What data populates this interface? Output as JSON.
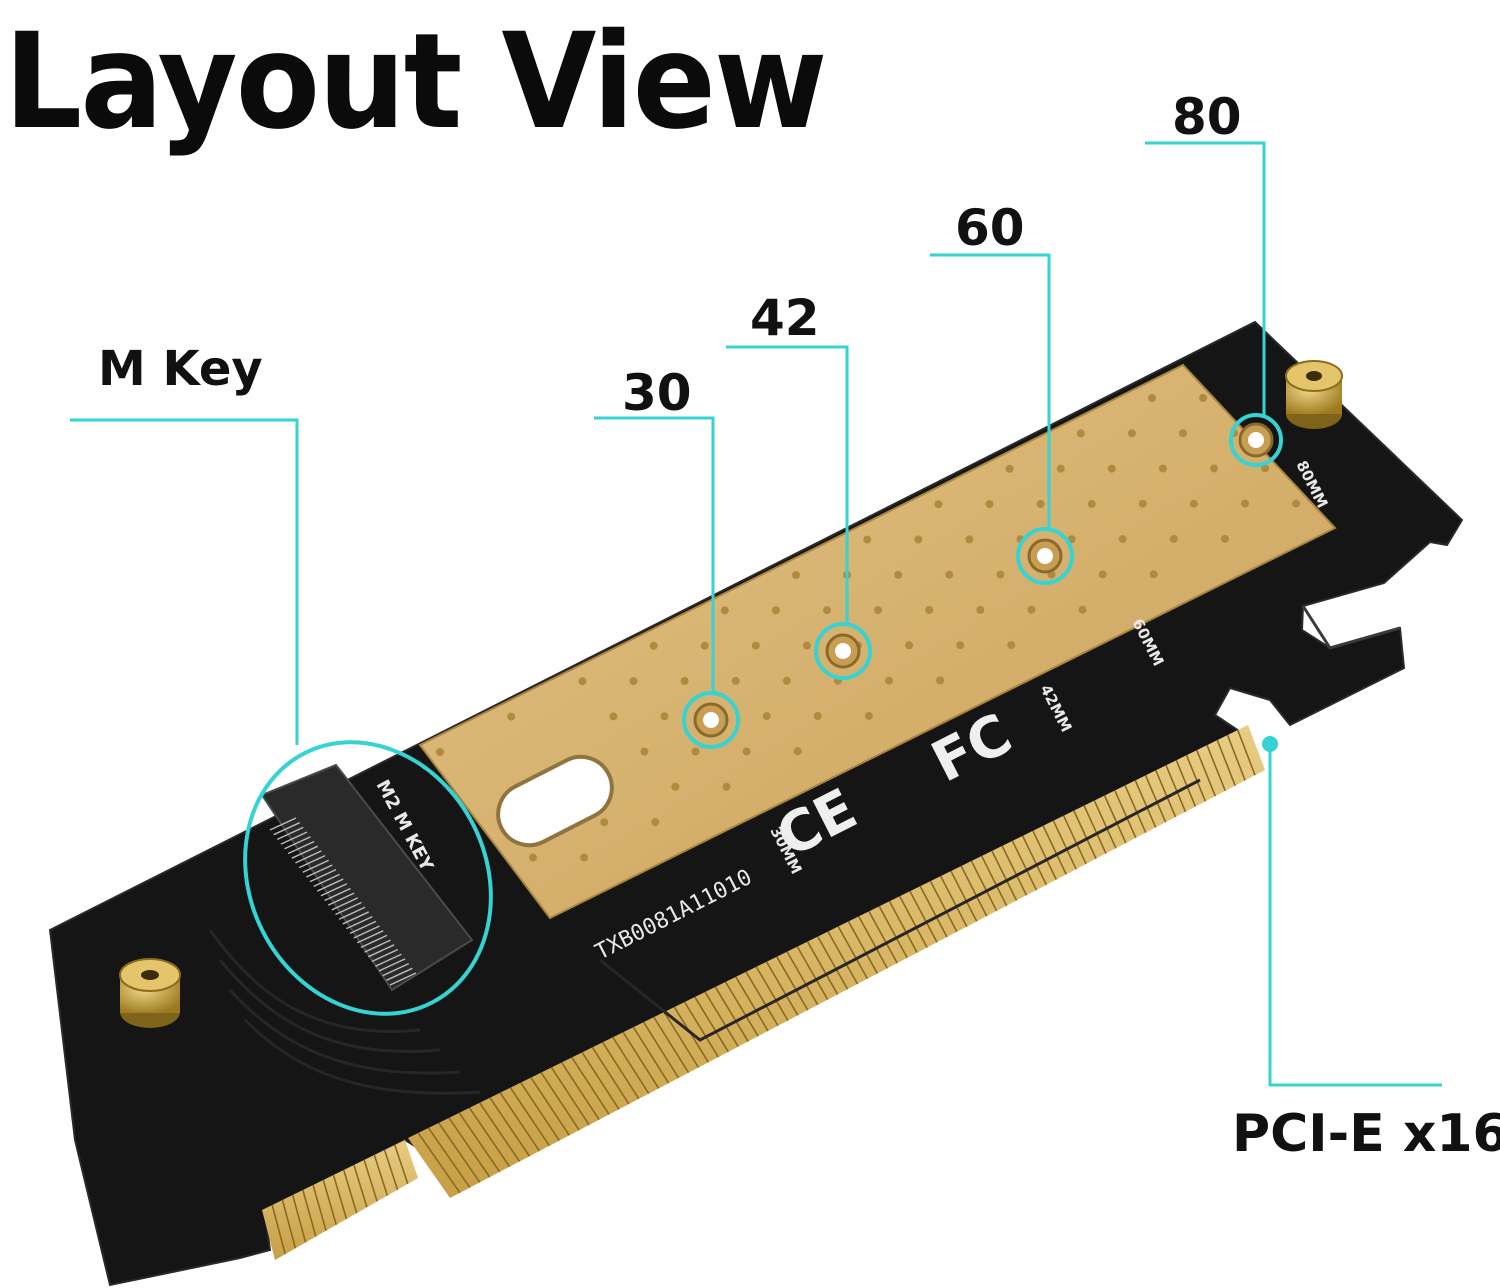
{
  "title": "Layout View",
  "callouts": {
    "m_key": "M Key",
    "size_30": "30",
    "size_42": "42",
    "size_60": "60",
    "size_80": "80",
    "pcie": "PCI-E x16"
  },
  "board": {
    "model_text": "TXB0081A11010",
    "connector_label": "M2 M KEY",
    "standoff_labels": [
      "30MM",
      "42MM",
      "60MM",
      "80MM"
    ],
    "markings": [
      "CE",
      "FC"
    ]
  },
  "colors": {
    "pcb": "#151515",
    "gold_plate": "#d8b36c",
    "gold_fingers": "#d9b765",
    "callout_line": "#35d3d3",
    "brass": "#c9a12f"
  }
}
